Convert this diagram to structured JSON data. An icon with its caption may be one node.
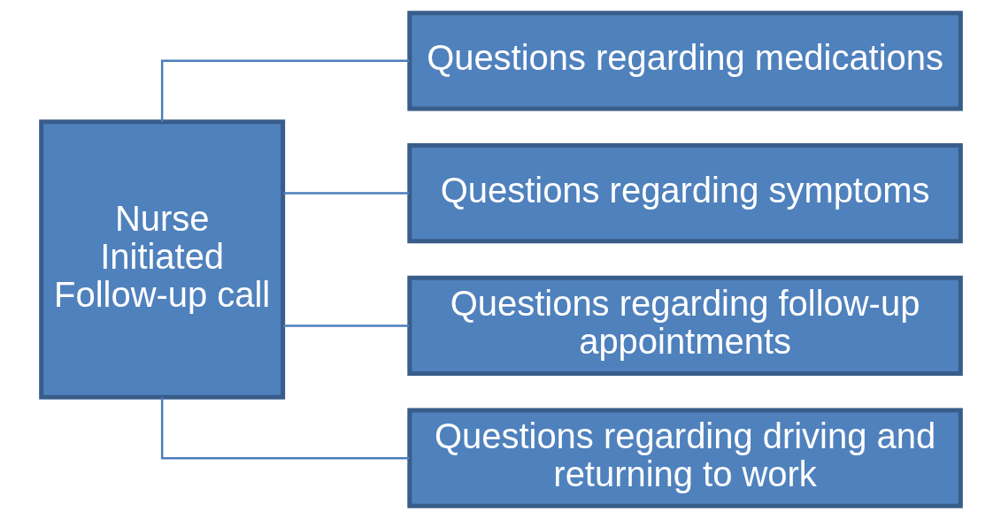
{
  "diagram": {
    "nodes": [
      {
        "text": [
          "Nurse Initiated Follow-up call"
        ]
      },
      {
        "text": [
          "Questions regarding medications"
        ]
      },
      {
        "text": [
          "Questions regarding symptoms"
        ]
      },
      {
        "text": [
          "Questions regarding follow-up appointments"
        ]
      },
      {
        "text": [
          "Questions regarding driving and returning to work"
        ]
      }
    ],
    "edges": [
      {
        "from": 0,
        "to": 1,
        "arrow": "none"
      },
      {
        "from": 0,
        "to": 2,
        "arrow": "none"
      },
      {
        "from": 0,
        "to": 3,
        "arrow": "none"
      },
      {
        "from": 0,
        "to": 4,
        "arrow": "none"
      }
    ]
  }
}
